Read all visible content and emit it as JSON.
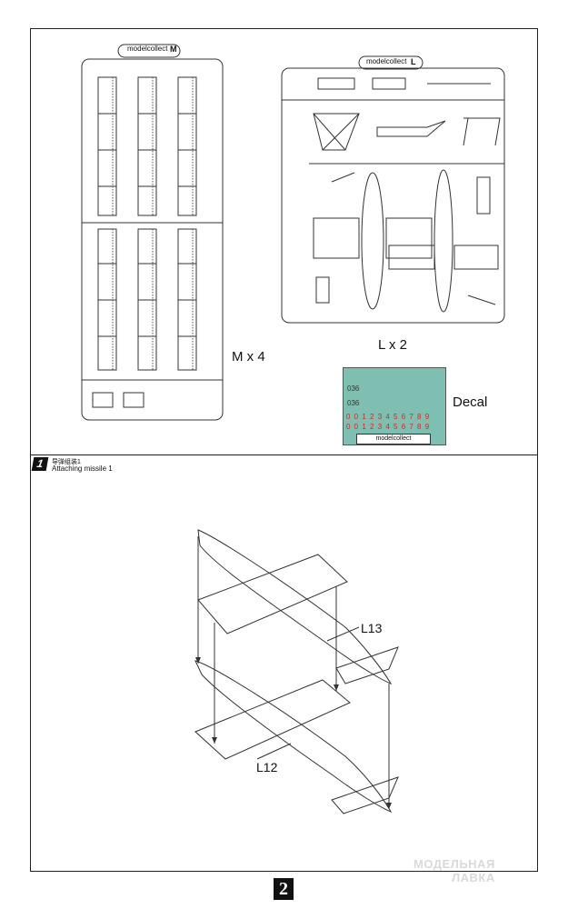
{
  "sprues": {
    "m": {
      "badge": "M",
      "brand": "modelcollect",
      "caption": "M x 4"
    },
    "l": {
      "badge": "L",
      "brand": "modelcollect",
      "caption": "L x 2"
    }
  },
  "decal": {
    "caption": "Decal",
    "num1": "036",
    "num2": "036",
    "row1": "0 0 1 2 3 4 5 6 7 8 9",
    "row2": "0 0 1 2 3 4 5 6 7 8 9",
    "brand": "modelcollect"
  },
  "step": {
    "number": "1",
    "title_cn": "导弹组装1",
    "title_en": "Attaching missile 1"
  },
  "parts": {
    "upper": "L13",
    "lower": "L12"
  },
  "page_number": "2",
  "watermark": {
    "line1": "МОДЕЛЬНАЯ",
    "line2": "ЛАВКА"
  }
}
